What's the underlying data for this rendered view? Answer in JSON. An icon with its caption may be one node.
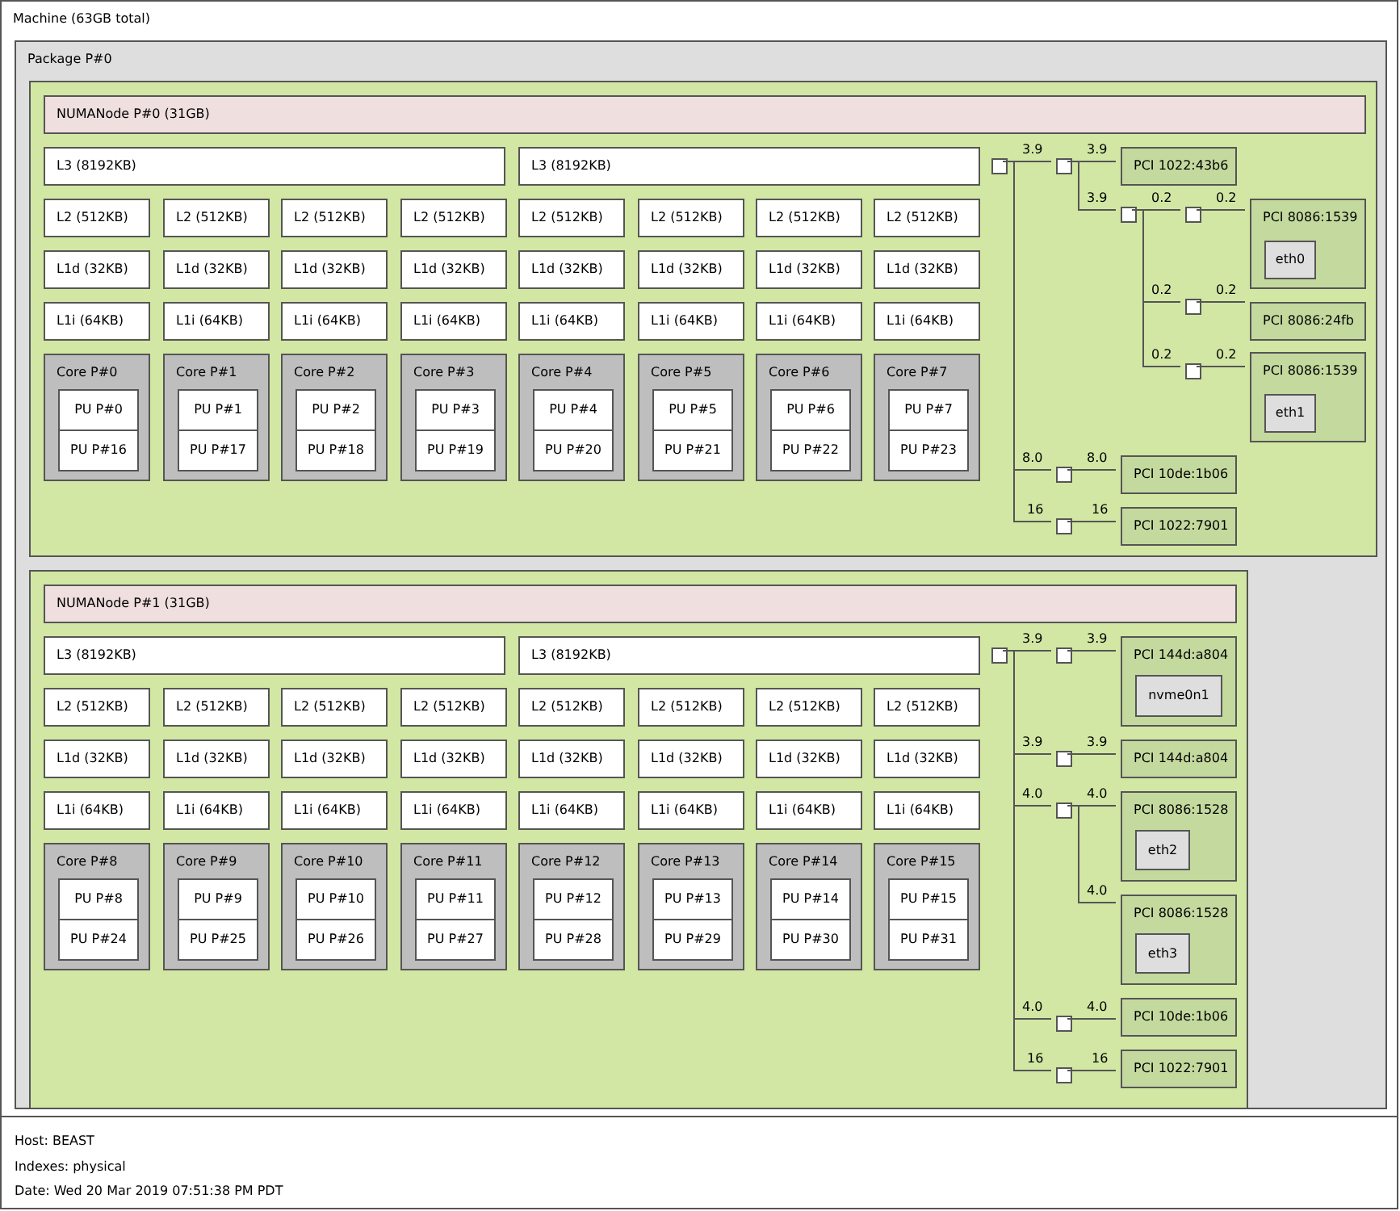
{
  "diagram": {
    "nodes": [
      {
        "text": [
          "Machine (63GB total)"
        ]
      },
      {
        "text": [
          "Package P#0"
        ],
        "in": 0
      },
      {
        "text": [],
        "shape": "box",
        "in": 1
      },
      {
        "text": [
          "NUMANode P#0 (31GB)"
        ],
        "in": 2
      },
      {
        "text": [
          "L3 (8192KB)"
        ],
        "in": 2
      },
      {
        "text": [
          "L3 (8192KB)"
        ],
        "in": 2
      },
      {
        "text": [
          "L2 (512KB)"
        ],
        "in": 2
      },
      {
        "text": [
          "L2 (512KB)"
        ],
        "in": 2
      },
      {
        "text": [
          "L2 (512KB)"
        ],
        "in": 2
      },
      {
        "text": [
          "L2 (512KB)"
        ],
        "in": 2
      },
      {
        "text": [
          "L2 (512KB)"
        ],
        "in": 2
      },
      {
        "text": [
          "L2 (512KB)"
        ],
        "in": 2
      },
      {
        "text": [
          "L2 (512KB)"
        ],
        "in": 2
      },
      {
        "text": [
          "L2 (512KB)"
        ],
        "in": 2
      },
      {
        "text": [
          "L1d (32KB)"
        ],
        "in": 2
      },
      {
        "text": [
          "L1d (32KB)"
        ],
        "in": 2
      },
      {
        "text": [
          "L1d (32KB)"
        ],
        "in": 2
      },
      {
        "text": [
          "L1d (32KB)"
        ],
        "in": 2
      },
      {
        "text": [
          "L1d (32KB)"
        ],
        "in": 2
      },
      {
        "text": [
          "L1d (32KB)"
        ],
        "in": 2
      },
      {
        "text": [
          "L1d (32KB)"
        ],
        "in": 2
      },
      {
        "text": [
          "L1d (32KB)"
        ],
        "in": 2
      },
      {
        "text": [
          "L1i (64KB)"
        ],
        "in": 2
      },
      {
        "text": [
          "L1i (64KB)"
        ],
        "in": 2
      },
      {
        "text": [
          "L1i (64KB)"
        ],
        "in": 2
      },
      {
        "text": [
          "L1i (64KB)"
        ],
        "in": 2
      },
      {
        "text": [
          "L1i (64KB)"
        ],
        "in": 2
      },
      {
        "text": [
          "L1i (64KB)"
        ],
        "in": 2
      },
      {
        "text": [
          "L1i (64KB)"
        ],
        "in": 2
      },
      {
        "text": [
          "L1i (64KB)"
        ],
        "in": 2
      },
      {
        "text": [
          "Core P#0"
        ],
        "in": 2
      },
      {
        "text": [
          "PU P#0"
        ],
        "in": 30
      },
      {
        "text": [
          "PU P#16"
        ],
        "in": 30
      },
      {
        "text": [
          "Core P#1"
        ],
        "in": 2
      },
      {
        "text": [
          "PU P#1"
        ],
        "in": 33
      },
      {
        "text": [
          "PU P#17"
        ],
        "in": 33
      },
      {
        "text": [
          "Core P#2"
        ],
        "in": 2
      },
      {
        "text": [
          "PU P#2"
        ],
        "in": 36
      },
      {
        "text": [
          "PU P#18"
        ],
        "in": 36
      },
      {
        "text": [
          "Core P#3"
        ],
        "in": 2
      },
      {
        "text": [
          "PU P#3"
        ],
        "in": 39
      },
      {
        "text": [
          "PU P#19"
        ],
        "in": 39
      },
      {
        "text": [
          "Core P#4"
        ],
        "in": 2
      },
      {
        "text": [
          "PU P#4"
        ],
        "in": 42
      },
      {
        "text": [
          "PU P#20"
        ],
        "in": 42
      },
      {
        "text": [
          "Core P#5"
        ],
        "in": 2
      },
      {
        "text": [
          "PU P#5"
        ],
        "in": 45
      },
      {
        "text": [
          "PU P#21"
        ],
        "in": 45
      },
      {
        "text": [
          "Core P#6"
        ],
        "in": 2
      },
      {
        "text": [
          "PU P#6"
        ],
        "in": 48
      },
      {
        "text": [
          "PU P#22"
        ],
        "in": 48
      },
      {
        "text": [
          "Core P#7"
        ],
        "in": 2
      },
      {
        "text": [
          "PU P#7"
        ],
        "in": 51
      },
      {
        "text": [
          "PU P#23"
        ],
        "in": 51
      },
      {
        "text": [],
        "shape": "box",
        "in": 2
      },
      {
        "text": [],
        "shape": "box",
        "in": 2
      },
      {
        "text": [
          "PCI 1022:43b6"
        ],
        "in": 2
      },
      {
        "text": [],
        "shape": "box",
        "in": 2
      },
      {
        "text": [],
        "shape": "box",
        "in": 2
      },
      {
        "text": [
          "PCI 8086:1539"
        ],
        "in": 2
      },
      {
        "text": [
          "eth0"
        ],
        "in": 59
      },
      {
        "text": [],
        "shape": "box",
        "in": 2
      },
      {
        "text": [
          "PCI 8086:24fb"
        ],
        "in": 2
      },
      {
        "text": [],
        "shape": "box",
        "in": 2
      },
      {
        "text": [
          "PCI 8086:1539"
        ],
        "in": 2
      },
      {
        "text": [
          "eth1"
        ],
        "in": 64
      },
      {
        "text": [],
        "shape": "box",
        "in": 2
      },
      {
        "text": [
          "PCI 10de:1b06"
        ],
        "in": 2
      },
      {
        "text": [],
        "shape": "box",
        "in": 2
      },
      {
        "text": [
          "PCI 1022:7901"
        ],
        "in": 2
      },
      {
        "text": [],
        "shape": "box",
        "in": 1
      },
      {
        "text": [
          "NUMANode P#1 (31GB)"
        ],
        "in": 70
      },
      {
        "text": [
          "L3 (8192KB)"
        ],
        "in": 70
      },
      {
        "text": [
          "L3 (8192KB)"
        ],
        "in": 70
      },
      {
        "text": [
          "L2 (512KB)"
        ],
        "in": 70
      },
      {
        "text": [
          "L2 (512KB)"
        ],
        "in": 70
      },
      {
        "text": [
          "L2 (512KB)"
        ],
        "in": 70
      },
      {
        "text": [
          "L2 (512KB)"
        ],
        "in": 70
      },
      {
        "text": [
          "L2 (512KB)"
        ],
        "in": 70
      },
      {
        "text": [
          "L2 (512KB)"
        ],
        "in": 70
      },
      {
        "text": [
          "L2 (512KB)"
        ],
        "in": 70
      },
      {
        "text": [
          "L2 (512KB)"
        ],
        "in": 70
      },
      {
        "text": [
          "L1d (32KB)"
        ],
        "in": 70
      },
      {
        "text": [
          "L1d (32KB)"
        ],
        "in": 70
      },
      {
        "text": [
          "L1d (32KB)"
        ],
        "in": 70
      },
      {
        "text": [
          "L1d (32KB)"
        ],
        "in": 70
      },
      {
        "text": [
          "L1d (32KB)"
        ],
        "in": 70
      },
      {
        "text": [
          "L1d (32KB)"
        ],
        "in": 70
      },
      {
        "text": [
          "L1d (32KB)"
        ],
        "in": 70
      },
      {
        "text": [
          "L1d (32KB)"
        ],
        "in": 70
      },
      {
        "text": [
          "L1i (64KB)"
        ],
        "in": 70
      },
      {
        "text": [
          "L1i (64KB)"
        ],
        "in": 70
      },
      {
        "text": [
          "L1i (64KB)"
        ],
        "in": 70
      },
      {
        "text": [
          "L1i (64KB)"
        ],
        "in": 70
      },
      {
        "text": [
          "L1i (64KB)"
        ],
        "in": 70
      },
      {
        "text": [
          "L1i (64KB)"
        ],
        "in": 70
      },
      {
        "text": [
          "L1i (64KB)"
        ],
        "in": 70
      },
      {
        "text": [
          "L1i (64KB)"
        ],
        "in": 70
      },
      {
        "text": [
          "Core P#8"
        ],
        "in": 70
      },
      {
        "text": [
          "PU P#8"
        ],
        "in": 98
      },
      {
        "text": [
          "PU P#24"
        ],
        "in": 98
      },
      {
        "text": [
          "Core P#9"
        ],
        "in": 70
      },
      {
        "text": [
          "PU P#9"
        ],
        "in": 101
      },
      {
        "text": [
          "PU P#25"
        ],
        "in": 101
      },
      {
        "text": [
          "Core P#10"
        ],
        "in": 70
      },
      {
        "text": [
          "PU P#10"
        ],
        "in": 104
      },
      {
        "text": [
          "PU P#26"
        ],
        "in": 104
      },
      {
        "text": [
          "Core P#11"
        ],
        "in": 70
      },
      {
        "text": [
          "PU P#11"
        ],
        "in": 107
      },
      {
        "text": [
          "PU P#27"
        ],
        "in": 107
      },
      {
        "text": [
          "Core P#12"
        ],
        "in": 70
      },
      {
        "text": [
          "PU P#12"
        ],
        "in": 110
      },
      {
        "text": [
          "PU P#28"
        ],
        "in": 110
      },
      {
        "text": [
          "Core P#13"
        ],
        "in": 70
      },
      {
        "text": [
          "PU P#13"
        ],
        "in": 113
      },
      {
        "text": [
          "PU P#29"
        ],
        "in": 113
      },
      {
        "text": [
          "Core P#14"
        ],
        "in": 70
      },
      {
        "text": [
          "PU P#14"
        ],
        "in": 116
      },
      {
        "text": [
          "PU P#30"
        ],
        "in": 116
      },
      {
        "text": [
          "Core P#15"
        ],
        "in": 70
      },
      {
        "text": [
          "PU P#15"
        ],
        "in": 119
      },
      {
        "text": [
          "PU P#31"
        ],
        "in": 119
      },
      {
        "text": [],
        "shape": "box",
        "in": 70
      },
      {
        "text": [],
        "shape": "box",
        "in": 70
      },
      {
        "text": [
          "PCI 144d:a804"
        ],
        "in": 70
      },
      {
        "text": [
          "nvme0n1"
        ],
        "in": 124
      },
      {
        "text": [],
        "shape": "box",
        "in": 70
      },
      {
        "text": [
          "PCI 144d:a804"
        ],
        "in": 70
      },
      {
        "text": [],
        "shape": "box",
        "in": 70
      },
      {
        "text": [
          "PCI 8086:1528"
        ],
        "in": 70
      },
      {
        "text": [
          "eth2"
        ],
        "in": 129
      },
      {
        "text": [
          "PCI 8086:1528"
        ],
        "in": 70
      },
      {
        "text": [
          "eth3"
        ],
        "in": 131
      },
      {
        "text": [],
        "shape": "box",
        "in": 70
      },
      {
        "text": [
          "PCI 10de:1b06"
        ],
        "in": 70
      },
      {
        "text": [],
        "shape": "box",
        "in": 70
      },
      {
        "text": [
          "PCI 1022:7901"
        ],
        "in": 70
      }
    ],
    "edges": [
      {
        "from": 54,
        "to": 55,
        "arrow": "none",
        "label": "3.9"
      },
      {
        "from": 55,
        "to": 56,
        "arrow": "none",
        "label": "3.9"
      },
      {
        "from": 55,
        "to": 57,
        "arrow": "none",
        "label": "3.9"
      },
      {
        "from": 57,
        "to": 58,
        "arrow": "none",
        "label": "0.2"
      },
      {
        "from": 58,
        "to": 59,
        "arrow": "none",
        "label": "0.2"
      },
      {
        "from": 57,
        "to": 61,
        "arrow": "none",
        "label": "0.2"
      },
      {
        "from": 61,
        "to": 62,
        "arrow": "none",
        "label": "0.2"
      },
      {
        "from": 57,
        "to": 63,
        "arrow": "none",
        "label": "0.2"
      },
      {
        "from": 63,
        "to": 64,
        "arrow": "none",
        "label": "0.2"
      },
      {
        "from": 54,
        "to": 66,
        "arrow": "none",
        "label": "8.0"
      },
      {
        "from": 66,
        "to": 67,
        "arrow": "none",
        "label": "8.0"
      },
      {
        "from": 54,
        "to": 68,
        "arrow": "none",
        "label": "16"
      },
      {
        "from": 68,
        "to": 69,
        "arrow": "none",
        "label": "16"
      },
      {
        "from": 122,
        "to": 123,
        "arrow": "none",
        "label": "3.9"
      },
      {
        "from": 123,
        "to": 124,
        "arrow": "none",
        "label": "3.9"
      },
      {
        "from": 122,
        "to": 126,
        "arrow": "none",
        "label": "3.9"
      },
      {
        "from": 126,
        "to": 127,
        "arrow": "none",
        "label": "3.9"
      },
      {
        "from": 122,
        "to": 128,
        "arrow": "none",
        "label": "4.0"
      },
      {
        "from": 128,
        "to": 129,
        "arrow": "none",
        "label": "4.0"
      },
      {
        "from": 128,
        "to": 131,
        "arrow": "none",
        "label": "4.0"
      },
      {
        "from": 122,
        "to": 133,
        "arrow": "none",
        "label": "4.0"
      },
      {
        "from": 133,
        "to": 134,
        "arrow": "none",
        "label": "4.0"
      },
      {
        "from": 122,
        "to": 135,
        "arrow": "none",
        "label": "16"
      },
      {
        "from": 135,
        "to": 136,
        "arrow": "none",
        "label": "16"
      }
    ],
    "labels": [
      "Host: BEAST",
      "Indexes: physical",
      "Date: Wed 20 Mar 2019 07:51:38 PM PDT"
    ]
  }
}
